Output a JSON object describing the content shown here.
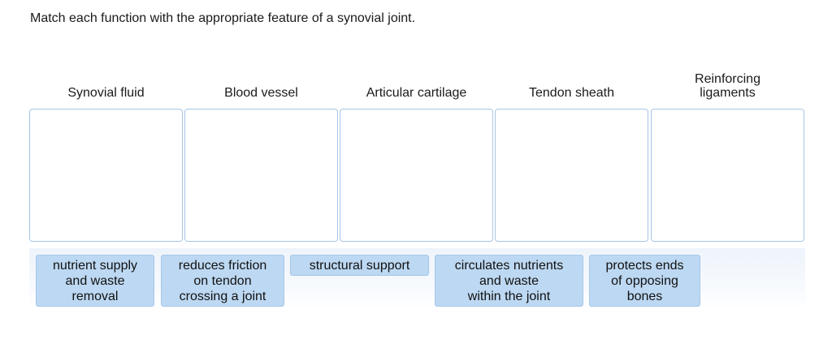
{
  "question": {
    "prompt": "Match each function with the appropriate feature of a synovial joint."
  },
  "categories": [
    {
      "label": "Synovial fluid"
    },
    {
      "label": "Blood vessel"
    },
    {
      "label": "Articular cartilage"
    },
    {
      "label": "Tendon sheath"
    },
    {
      "label_line1": "Reinforcing",
      "label_line2": "ligaments"
    }
  ],
  "answer_bank": {
    "items": [
      {
        "line1": "nutrient supply",
        "line2": "and waste",
        "line3": "removal"
      },
      {
        "line1": "reduces friction",
        "line2": "on tendon",
        "line3": "crossing a joint"
      },
      {
        "line1": "structural support"
      },
      {
        "line1": "circulates nutrients",
        "line2": "and waste",
        "line3": "within the joint"
      },
      {
        "line1": "protects ends",
        "line2": "of opposing",
        "line3": "bones"
      }
    ]
  },
  "colors": {
    "chip_fill": "#bdd8f2",
    "chip_border": "#a6c7e8",
    "drop_zone_border": "#a7c5e6",
    "tray_fill": "#eef4fb"
  }
}
